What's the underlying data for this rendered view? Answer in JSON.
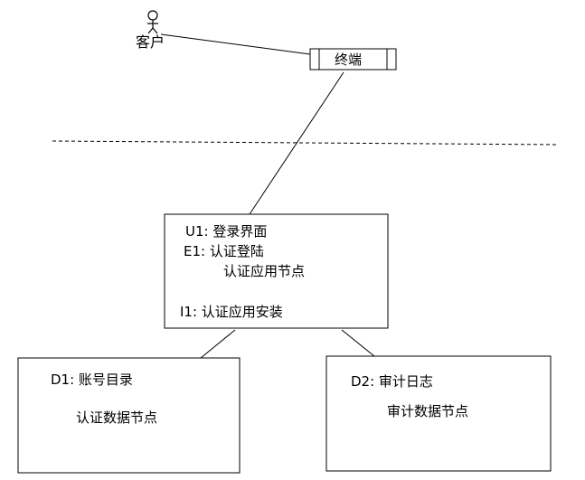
{
  "actor": {
    "label": "客户"
  },
  "terminal": {
    "label": "终端"
  },
  "login_box": {
    "lines": [
      "U1: 登录界面",
      "E1: 认证登陆",
      "认证应用节点",
      "I1: 认证应用安装"
    ]
  },
  "box_d1": {
    "lines": [
      "D1: 账号目录",
      "认证数据节点"
    ]
  },
  "box_d2": {
    "lines": [
      "D2: 审计日志",
      "审计数据节点"
    ]
  },
  "colors": {
    "stroke": "#000000",
    "background": "#ffffff",
    "terminal_fill": "#ffffff"
  }
}
